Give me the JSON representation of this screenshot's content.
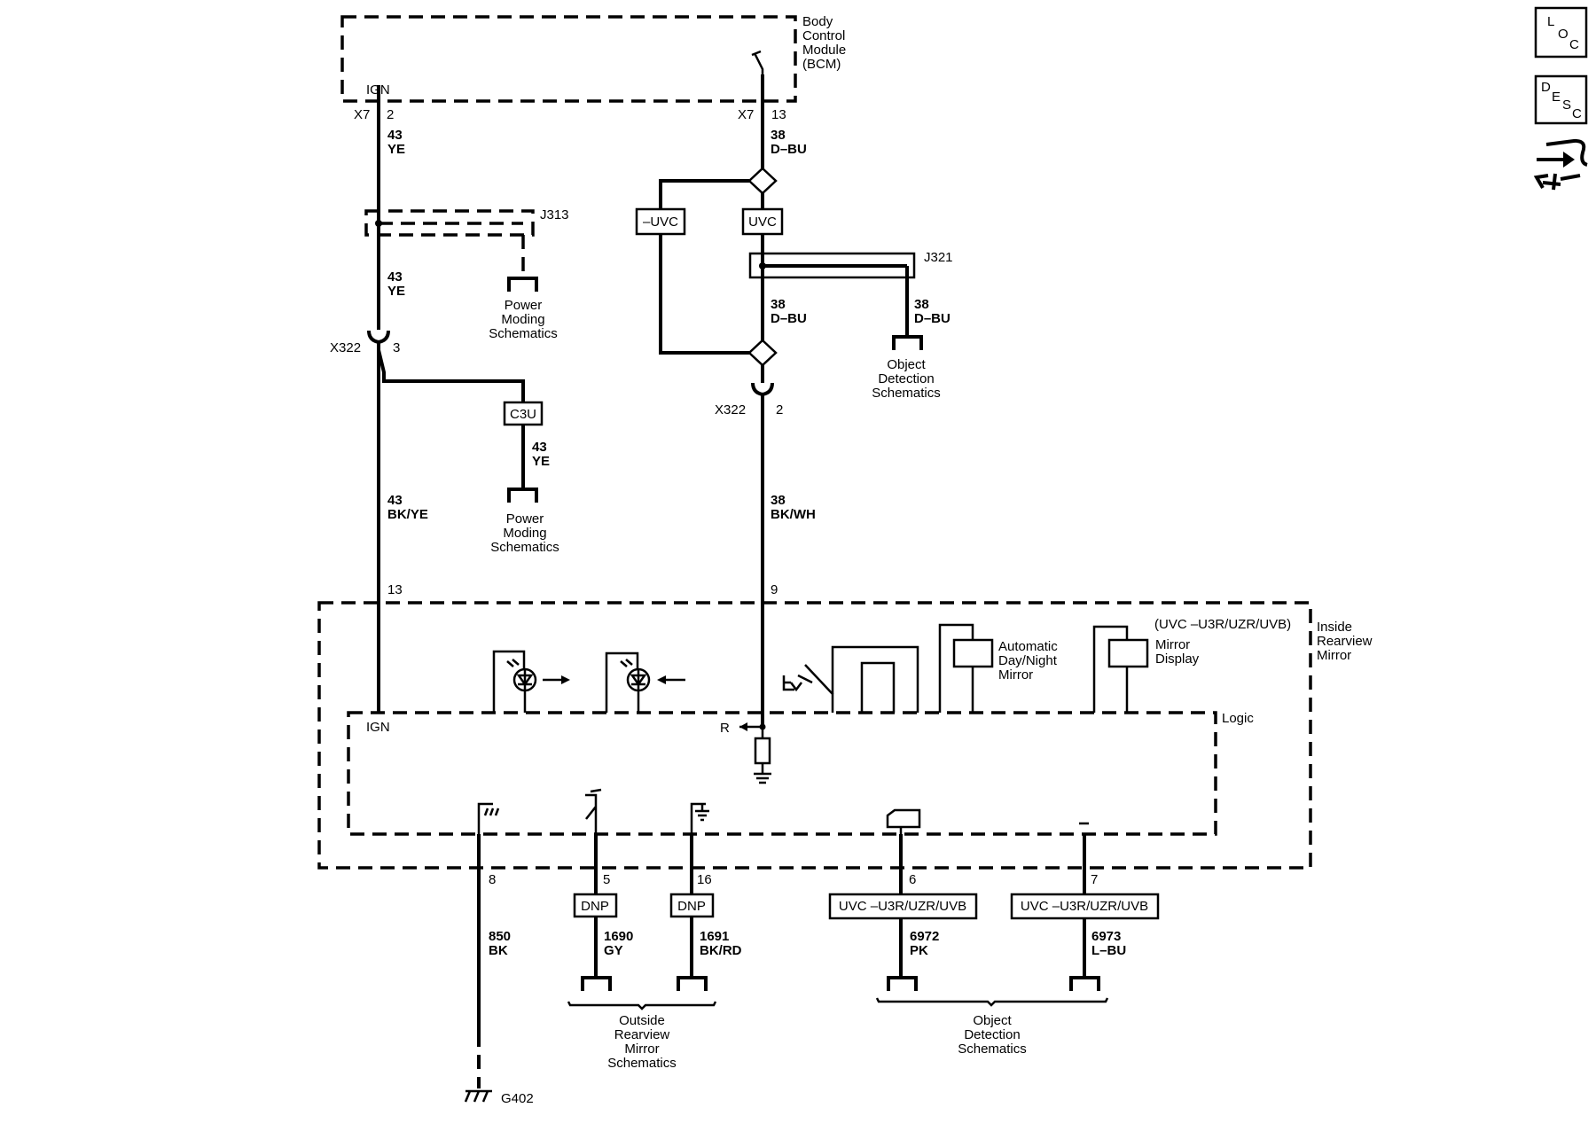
{
  "bcm": {
    "title": [
      "Body",
      "Control",
      "Module",
      "(BCM)"
    ],
    "ign": "IGN",
    "conn_left": "X7",
    "pin_left": "2",
    "conn_right": "X7",
    "pin_right": "13"
  },
  "left_circuit": {
    "wire1": [
      "43",
      "YE"
    ],
    "splice": "J313",
    "wire2": [
      "43",
      "YE"
    ],
    "power_moding_1": [
      "Power",
      "Moding",
      "Schematics"
    ],
    "connector": "X322",
    "connector_pin": "3",
    "option_c3u": "C3U",
    "wire_c3u": [
      "43",
      "YE"
    ],
    "power_moding_2": [
      "Power",
      "Moding",
      "Schematics"
    ],
    "wire3": [
      "43",
      "BK/YE"
    ],
    "mirror_pin": "13"
  },
  "right_circuit": {
    "wire1": [
      "38",
      "D–BU"
    ],
    "option_no_uvc": "–UVC",
    "option_uvc": "UVC",
    "splice": "J321",
    "wire2": [
      "38",
      "D–BU"
    ],
    "wire_branch": [
      "38",
      "D–BU"
    ],
    "object_detection_1": [
      "Object",
      "Detection",
      "Schematics"
    ],
    "connector": "X322",
    "connector_pin": "2",
    "wire3": [
      "38",
      "BK/WH"
    ],
    "mirror_pin": "9"
  },
  "mirror": {
    "title": [
      "Inside",
      "Rearview",
      "Mirror"
    ],
    "option_note": "(UVC –U3R/UZR/UVB)",
    "auto_dim": [
      "Automatic",
      "Day/Night",
      "Mirror"
    ],
    "display": [
      "Mirror",
      "Display"
    ],
    "logic": "Logic",
    "ign": "IGN",
    "r": "R"
  },
  "bottom": {
    "pin8": "8",
    "wire8": [
      "850",
      "BK"
    ],
    "ground": "G402",
    "pin5": "5",
    "dnp1": "DNP",
    "wire5": [
      "1690",
      "GY"
    ],
    "pin16": "16",
    "dnp2": "DNP",
    "wire16": [
      "1691",
      "BK/RD"
    ],
    "outside_mirror": [
      "Outside",
      "Rearview",
      "Mirror",
      "Schematics"
    ],
    "pin6": "6",
    "uvc1": "UVC –U3R/UZR/UVB",
    "wire6": [
      "6972",
      "PK"
    ],
    "pin7": "7",
    "uvc2": "UVC –U3R/UZR/UVB",
    "wire7": [
      "6973",
      "L–BU"
    ],
    "object_detection_2": [
      "Object",
      "Detection",
      "Schematics"
    ]
  },
  "toolbar": {
    "loc": [
      "L",
      "O",
      "C"
    ],
    "desc": [
      "D",
      "E",
      "S",
      "C"
    ]
  }
}
